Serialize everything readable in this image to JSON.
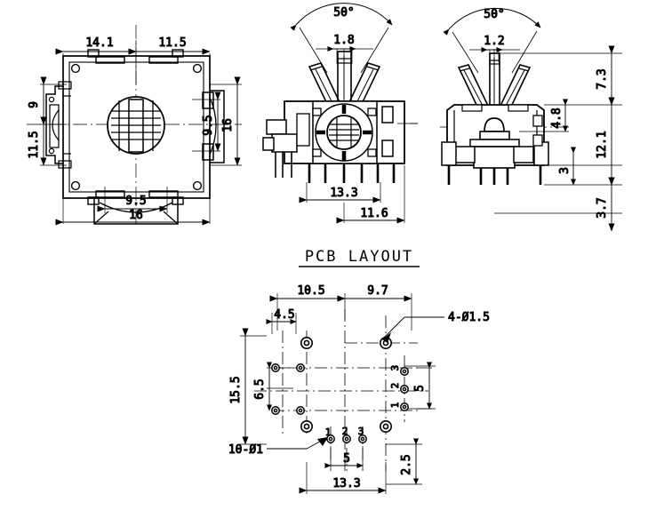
{
  "drawing": {
    "title": "PCB LAYOUT",
    "line_color": "#000000",
    "background": "#ffffff"
  },
  "views": {
    "top_view": {
      "name": "top-view",
      "dimensions": {
        "top_left": "14.1",
        "top_right": "11.5",
        "left_upper": "9",
        "left_lower": "11.5",
        "right_inner": "9.5",
        "right_outer": "16",
        "bottom_inner": "9.5",
        "bottom_outer": "16"
      }
    },
    "front_view": {
      "name": "front-view",
      "dimensions": {
        "angle": "50°",
        "lever_width": "1.8",
        "pin_span": "13.3",
        "body_width": "11.6"
      }
    },
    "side_view": {
      "name": "side-view",
      "dimensions": {
        "angle": "50°",
        "lever_width": "1.2",
        "lever_height": "7.3",
        "cap_height": "4.8",
        "body_height": "12.1",
        "pin_step": "3",
        "pin_length": "3.7"
      }
    },
    "pcb_layout": {
      "name": "pcb-layout-view",
      "dimensions": {
        "top_left": "10.5",
        "top_right": "9.7",
        "inner_left": "4.5",
        "height_overall": "15.5",
        "inner_vertical": "6.5",
        "right_vertical": "5",
        "bottom_inner": "5",
        "bottom_overall": "13.3",
        "bottom_right": "2.5"
      },
      "callouts": {
        "large_holes": "4-Ø1.5",
        "small_holes": "10-Ø1"
      },
      "pin_labels_bottom": [
        "1",
        "2",
        "3"
      ],
      "pin_labels_right": [
        "3",
        "2",
        "1"
      ]
    }
  }
}
